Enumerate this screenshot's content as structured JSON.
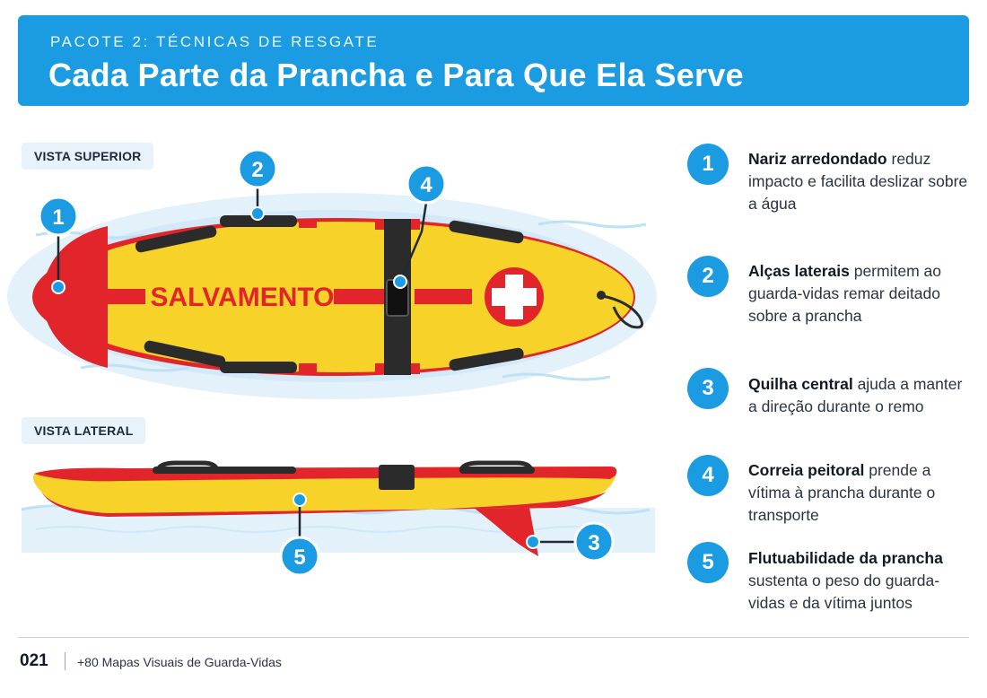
{
  "header": {
    "subtitle": "PACOTE 2: TÉCNICAS DE RESGATE",
    "title": "Cada Parte da Prancha e Para Que Ela Serve"
  },
  "views": {
    "top": "VISTA SUPERIOR",
    "side": "VISTA LATERAL"
  },
  "board": {
    "text": "SALVAMENTO",
    "colors": {
      "body": "#f7d32a",
      "rail": "#e1252a",
      "handle": "#2b2b2b",
      "water": "#d6ecf9",
      "accent": "#1b9ce2"
    },
    "icon": "red-cross-icon"
  },
  "callouts": [
    "1",
    "2",
    "3",
    "4",
    "5"
  ],
  "legend": [
    {
      "num": "1",
      "bold": "Nariz arredondado",
      "rest": " reduz impacto e facilita deslizar sobre a água"
    },
    {
      "num": "2",
      "bold": "Alças laterais",
      "rest": " permitem ao guarda-vidas remar deitado sobre a prancha"
    },
    {
      "num": "3",
      "bold": "Quilha central",
      "rest": " ajuda a manter a direção durante o remo"
    },
    {
      "num": "4",
      "bold": "Correia peitoral",
      "rest": " prende a vítima à prancha durante o transporte"
    },
    {
      "num": "5",
      "bold": "Flutuabilidade da prancha",
      "rest": " sustenta o peso do guarda-vidas e da vítima juntos"
    }
  ],
  "footer": {
    "page": "021",
    "text": "+80 Mapas Visuais de Guarda-Vidas"
  }
}
